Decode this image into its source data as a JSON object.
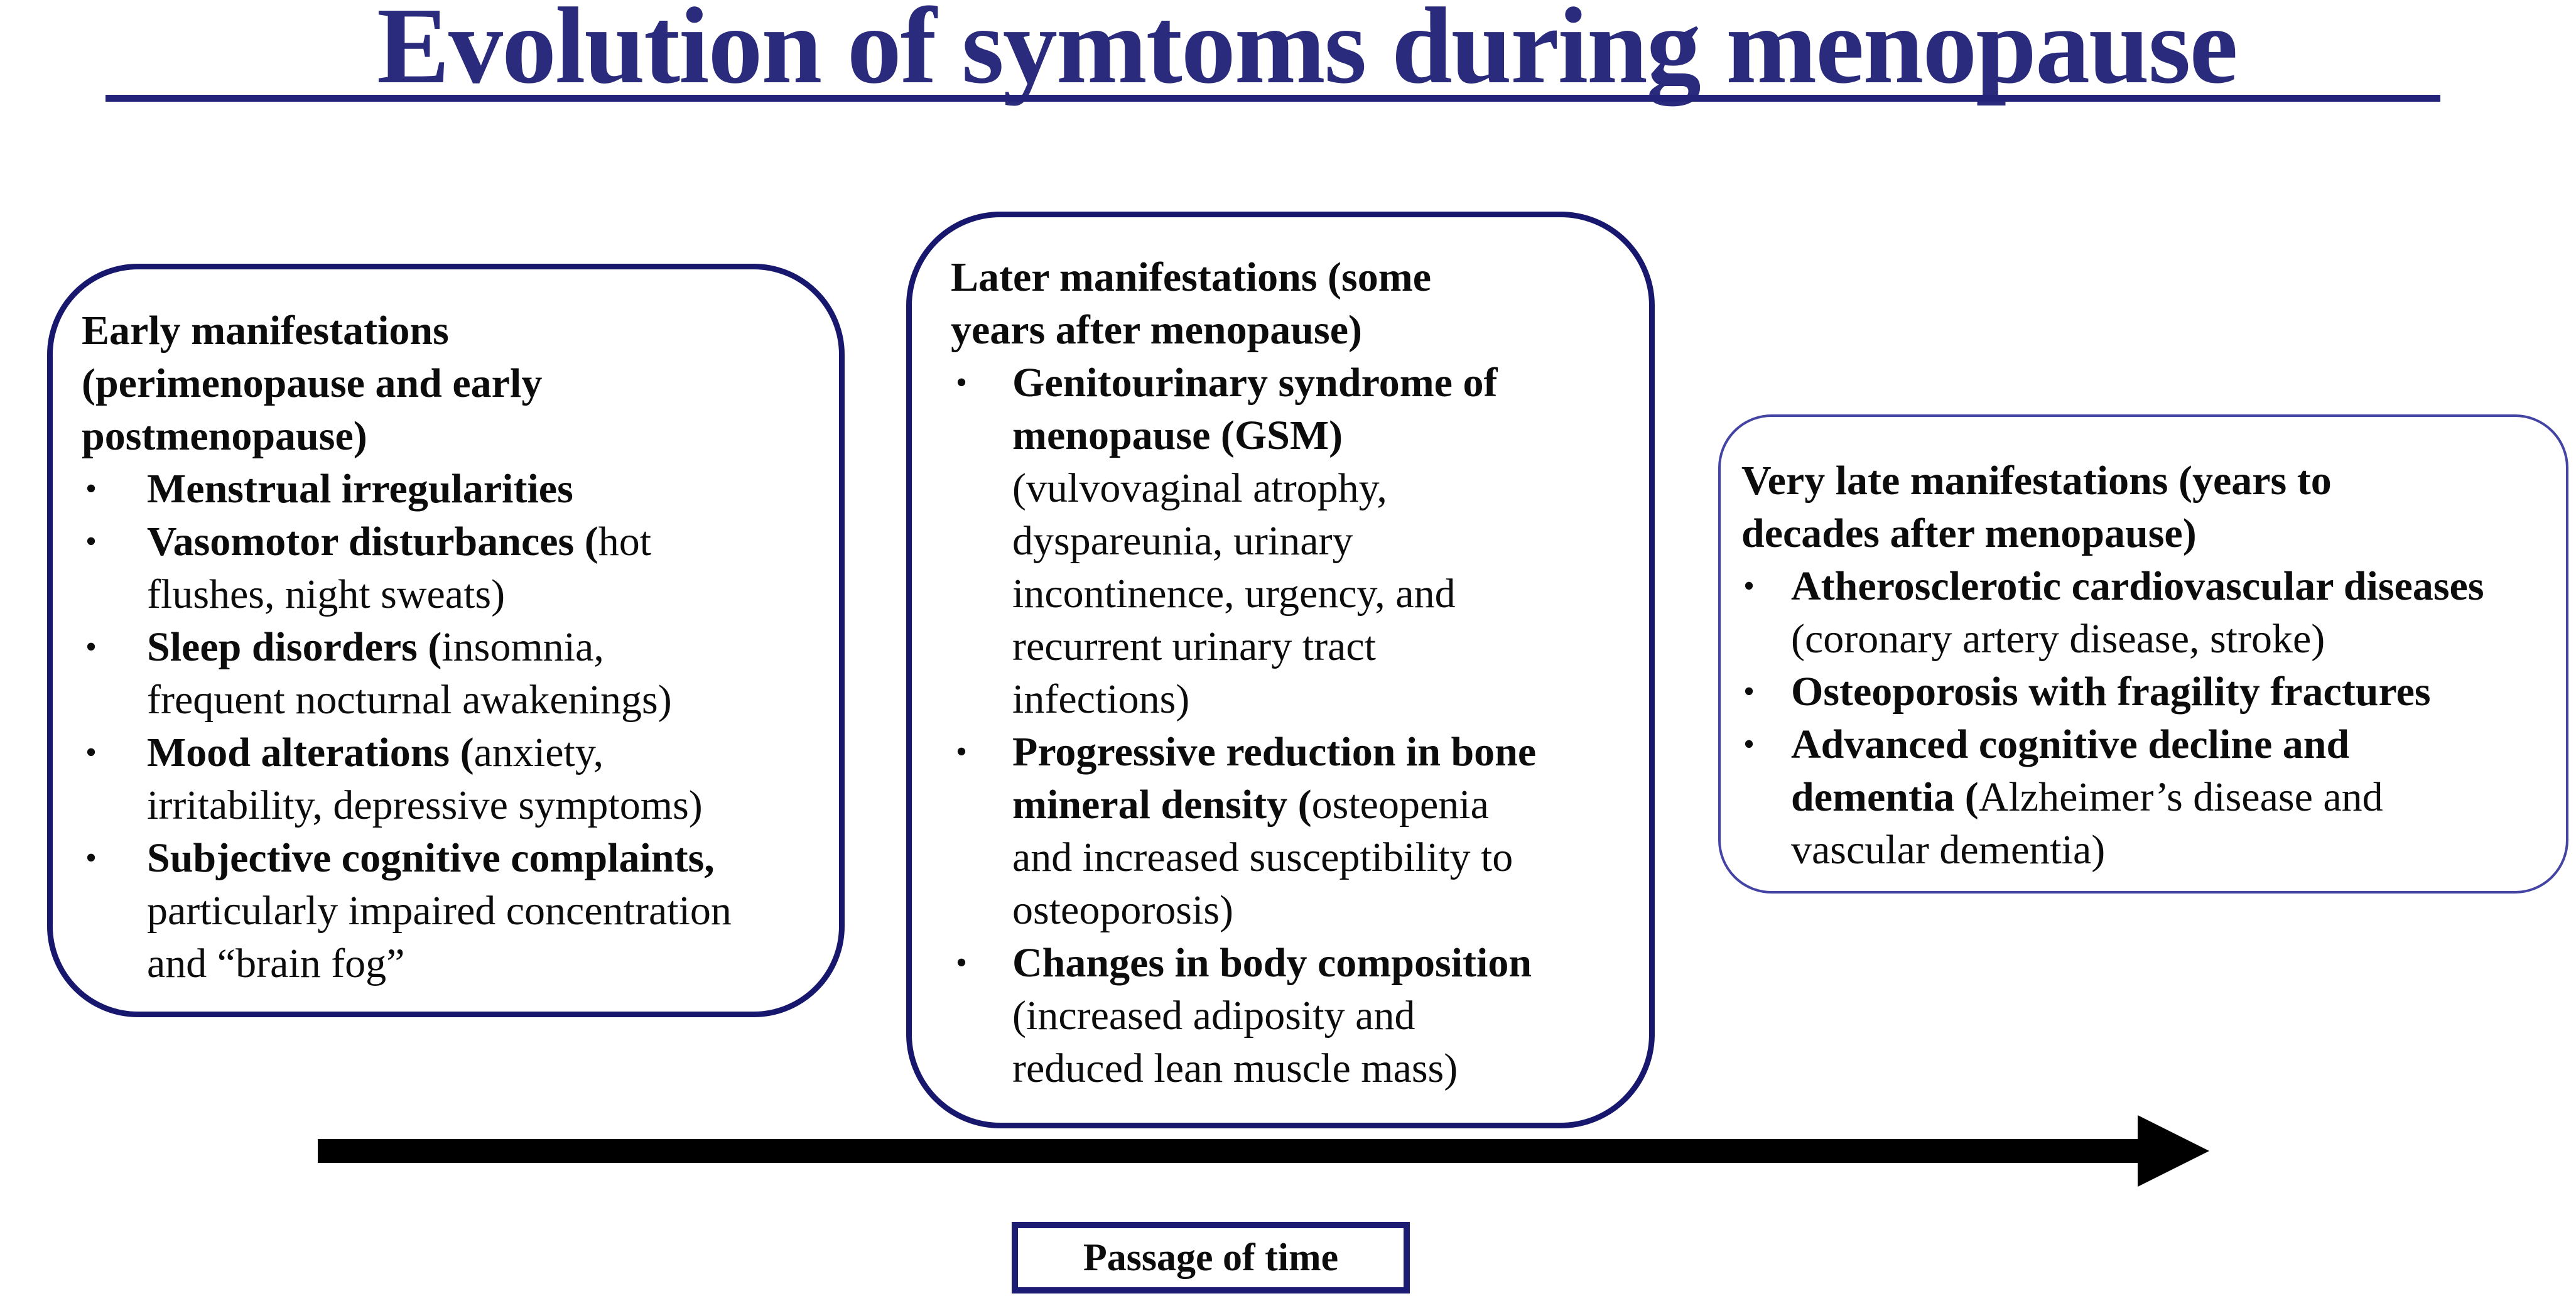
{
  "title": "Evolution of symtoms during menopause",
  "colors": {
    "title_navy": "#2b2b7d",
    "box_border_dark": "#17176e",
    "box_border_light": "#4444a4",
    "arrow_black": "#000000",
    "text": "#0c0c0c"
  },
  "boxes": [
    {
      "title": "Early manifestations\n(perimenopause and early\npostmenopause)",
      "bullets": [
        {
          "bold": "Menstrual irregularities",
          "rest": ""
        },
        {
          "bold": "Vasomotor disturbances (",
          "rest": "hot\nflushes, night sweats)"
        },
        {
          "bold": "Sleep disorders (",
          "rest": "insomnia,\nfrequent nocturnal awakenings)"
        },
        {
          "bold": "Mood alterations (",
          "rest": "anxiety,\nirritability, depressive symptoms)"
        },
        {
          "bold": "Subjective cognitive complaints,",
          "rest": "\nparticularly impaired concentration\nand “brain fog”"
        }
      ]
    },
    {
      "title": "Later manifestations (some\nyears after menopause)",
      "bullets": [
        {
          "bold": "Genitourinary syndrome of\nmenopause (GSM)",
          "rest": "\n(vulvovaginal atrophy,\ndyspareunia, urinary\nincontinence, urgency, and\nrecurrent urinary tract\ninfections)"
        },
        {
          "bold": "Progressive reduction in bone\nmineral density (",
          "rest": "osteopenia\nand increased susceptibility to\nosteoporosis)"
        },
        {
          "bold": "Changes in body composition",
          "rest": "\n(increased adiposity and\nreduced lean muscle mass)"
        }
      ]
    },
    {
      "title": "Very late manifestations (years to\ndecades after menopause)",
      "bullets": [
        {
          "bold": "Atherosclerotic cardiovascular diseases",
          "rest": "\n(coronary artery disease, stroke)"
        },
        {
          "bold": "Osteoporosis with fragility fractures",
          "rest": ""
        },
        {
          "bold": "Advanced cognitive decline and\ndementia (",
          "rest": "Alzheimer’s disease and\nvascular dementia)"
        }
      ]
    }
  ],
  "timeline": {
    "label": "Passage of time"
  }
}
